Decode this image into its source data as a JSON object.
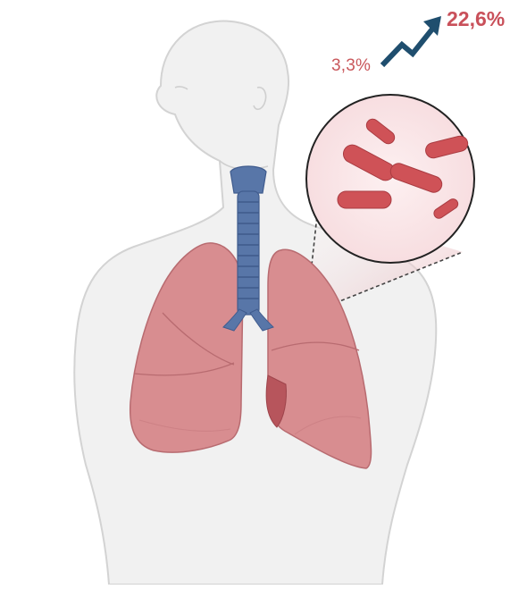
{
  "stats": {
    "before": "3,3%",
    "after": "22,6%",
    "trend_icon": "trend-up-arrow",
    "before_color": "#c9575b",
    "after_color": "#c9505a",
    "arrow_color": "#1f4e6e"
  },
  "colors": {
    "body": "#f1f1f1",
    "body_outline": "#d3d3d3",
    "lung": "#d88d90",
    "lung_dark": "#b7555c",
    "trachea": "#5876a8",
    "bacteria": "#cf5257",
    "zoom_bg": "#fbe9ea"
  }
}
